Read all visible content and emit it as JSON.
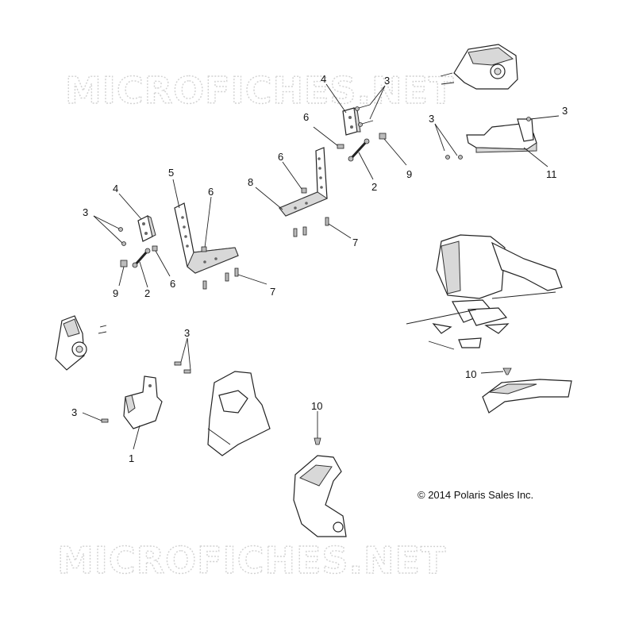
{
  "watermark": {
    "text": "MICROFICHES.NET"
  },
  "copyright": "© 2014 Polaris Sales Inc.",
  "callouts": {
    "c1": "1",
    "c2a": "2",
    "c2b": "2",
    "c3a": "3",
    "c3b": "3",
    "c3c": "3",
    "c3d": "3",
    "c3e": "3",
    "c3f": "3",
    "c4a": "4",
    "c4b": "4",
    "c5": "5",
    "c6a": "6",
    "c6b": "6",
    "c6c": "6",
    "c6d": "6",
    "c7a": "7",
    "c7b": "7",
    "c8": "8",
    "c9a": "9",
    "c9b": "9",
    "c10a": "10",
    "c10b": "10",
    "c11": "11"
  }
}
